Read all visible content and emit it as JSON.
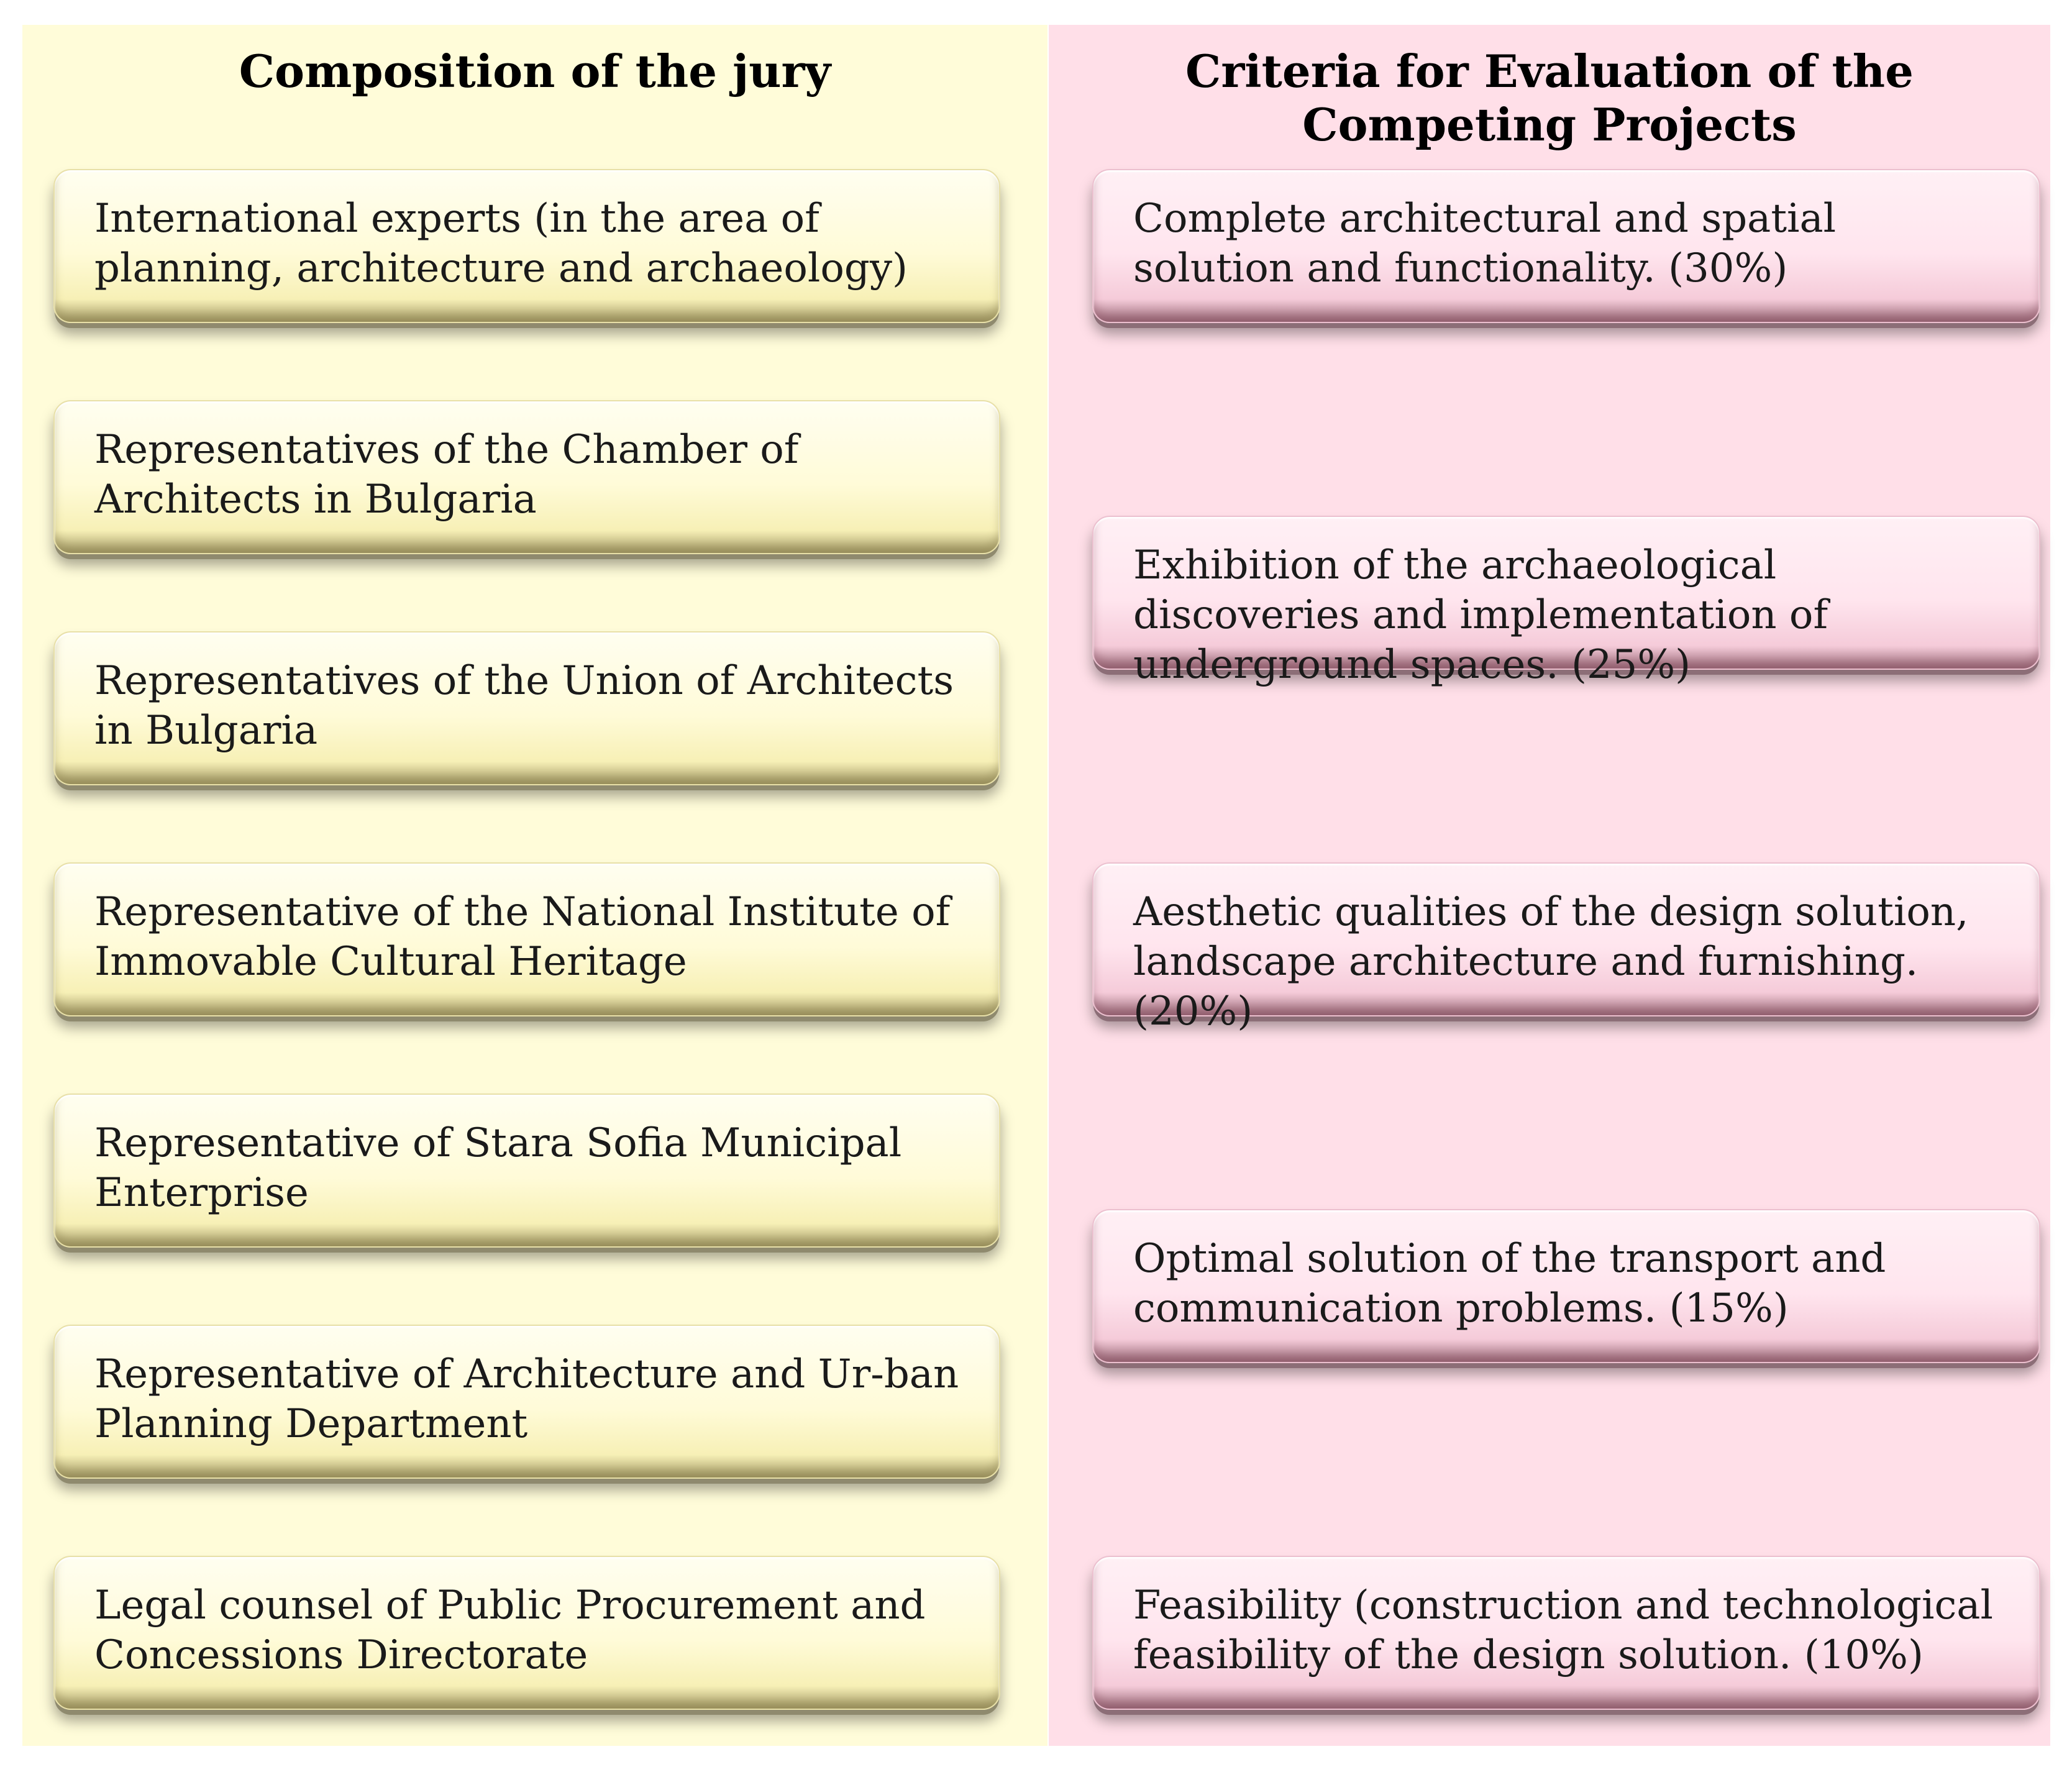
{
  "jury": {
    "title": "Composition of the jury",
    "items": [
      "International experts (in the area of planning, architecture and archaeology)",
      "Representatives of the Chamber of Architects in Bulgaria",
      "Representatives of the Union of Architects in Bulgaria",
      "Representative of the National Institute of Immovable Cultural Heritage",
      "Representative of Stara Sofia Municipal Enterprise",
      "Representative of Architecture and Ur-ban Planning Department",
      "Legal counsel of Public Procurement and Concessions Directorate"
    ]
  },
  "criteria": {
    "title": "Criteria for Evaluation of the Competing Projects",
    "items": [
      "Complete architectural and spatial solution and functionality. (30%)",
      "Exhibition of the archaeological discoveries and implementation of underground spaces. (25%)",
      "Aesthetic qualities of the design solution, landscape architecture and furnishing. (20%)",
      "Optimal solution of the transport and communication problems. (15%)",
      "Feasibility (construction and technological feasibility of the design solution. (10%)"
    ]
  },
  "colors": {
    "jury_panel": "#fffcd9",
    "criteria_panel": "#ffdfe8"
  }
}
